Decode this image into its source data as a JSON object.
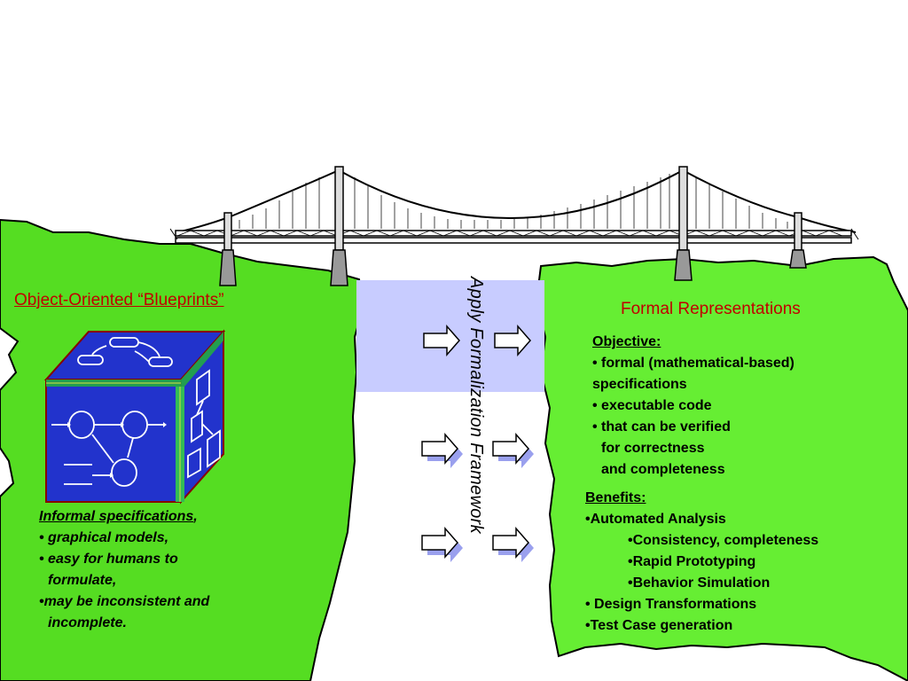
{
  "left": {
    "title": "Object-Oriented “Blueprints”",
    "heading": "Informal specifications",
    "heading_suffix": ",",
    "items": [
      "• graphical models,",
      "• easy for humans to",
      "formulate,",
      "•may be inconsistent and",
      "incomplete."
    ]
  },
  "center": {
    "label": "Apply Formalization Framework"
  },
  "right": {
    "title": "Formal Representations",
    "objective_heading": "Objective:",
    "objective_items": [
      "• formal (mathematical-based)",
      "specifications",
      "• executable code",
      "• that can be verified",
      "for correctness",
      "and completeness"
    ],
    "benefits_heading": "Benefits:",
    "benefits_items": [
      "•Automated Analysis",
      "•Consistency, completeness",
      "•Rapid Prototyping",
      "•Behavior Simulation",
      "• Design Transformations",
      "•Test Case generation"
    ]
  },
  "colors": {
    "land_left": "#55dd22",
    "land_right": "#66ee33",
    "title_red": "#c00000",
    "panel": "#c8ccff",
    "cube_blue": "#2233cc"
  }
}
